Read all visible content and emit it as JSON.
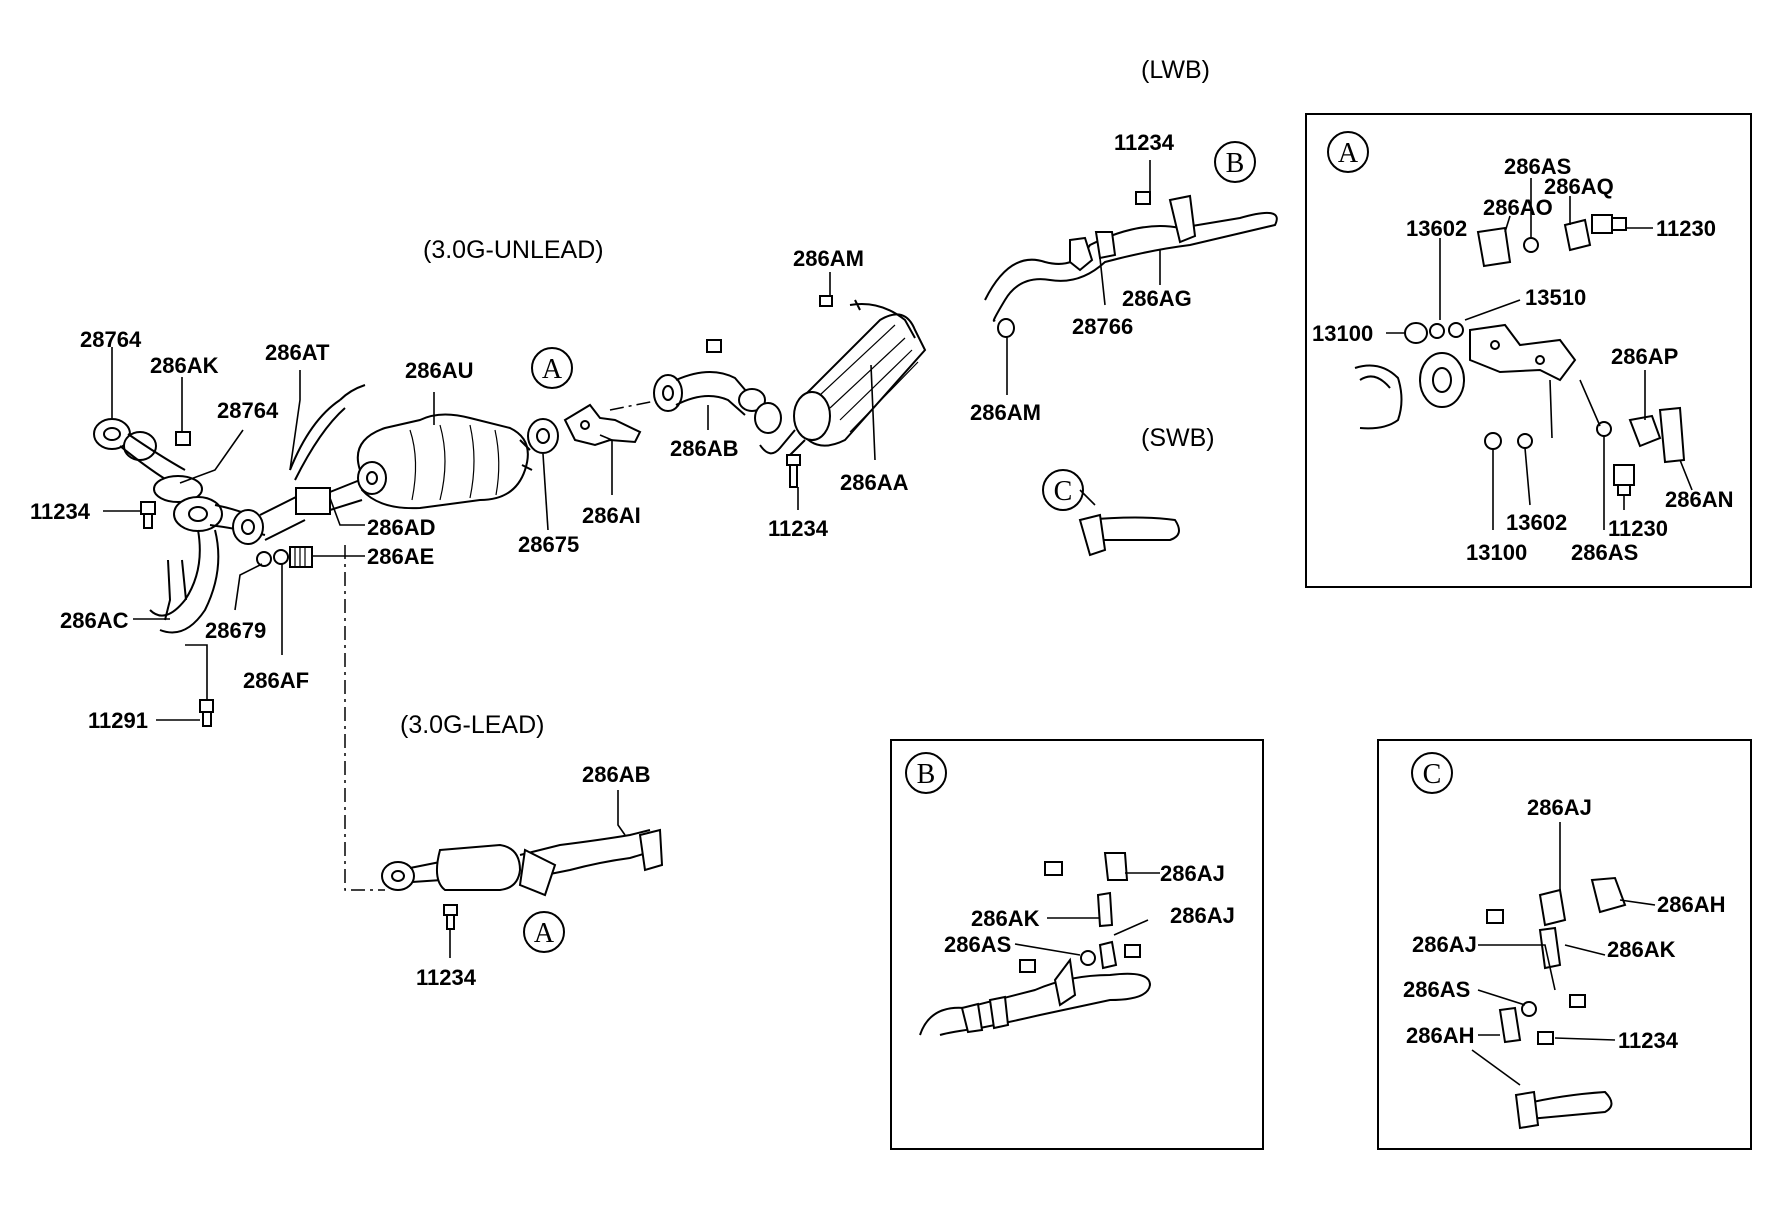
{
  "captions": {
    "lwb": "(LWB)",
    "swb": "(SWB)",
    "unlead": "(3.0G-UNLEAD)",
    "lead": "(3.0G-LEAD)"
  },
  "circle_refs": {
    "a": "A",
    "b": "B",
    "c": "C"
  },
  "labels": {
    "l28764_top": "28764",
    "l286AK": "286AK",
    "l286AT": "286AT",
    "l28764_mid": "28764",
    "l286AU": "286AU",
    "l11234_left": "11234",
    "l286AD": "286AD",
    "l286AE": "286AE",
    "l286AC": "286AC",
    "l28679": "28679",
    "l286AF": "286AF",
    "l11291": "11291",
    "l28675": "28675",
    "l286AI": "286AI",
    "l286AB_top": "286AB",
    "l286AM_top": "286AM",
    "l286AA": "286AA",
    "l11234_mid": "11234",
    "l11234_lwb": "11234",
    "l286AG": "286AG",
    "l28766": "28766",
    "l286AM_lwb": "286AM",
    "l286AB_lead": "286AB",
    "l11234_lead": "11234"
  },
  "detail_a": {
    "l286AS_top": "286AS",
    "l286AQ": "286AQ",
    "l286AO": "286AO",
    "l13602_top": "13602",
    "l11230_top": "11230",
    "l13510": "13510",
    "l13100_left": "13100",
    "l286AP": "286AP",
    "l286AN": "286AN",
    "l13602_bot": "13602",
    "l11230_bot": "11230",
    "l13100_bot": "13100",
    "l286AS_bot": "286AS"
  },
  "detail_b": {
    "l286AJ_top": "286AJ",
    "l286AK": "286AK",
    "l286AJ_mid": "286AJ",
    "l286AS": "286AS"
  },
  "detail_c": {
    "l286AJ_top": "286AJ",
    "l286AH_top": "286AH",
    "l286AJ_mid": "286AJ",
    "l286AK": "286AK",
    "l286AS": "286AS",
    "l286AH_bot": "286AH",
    "l11234": "11234"
  }
}
